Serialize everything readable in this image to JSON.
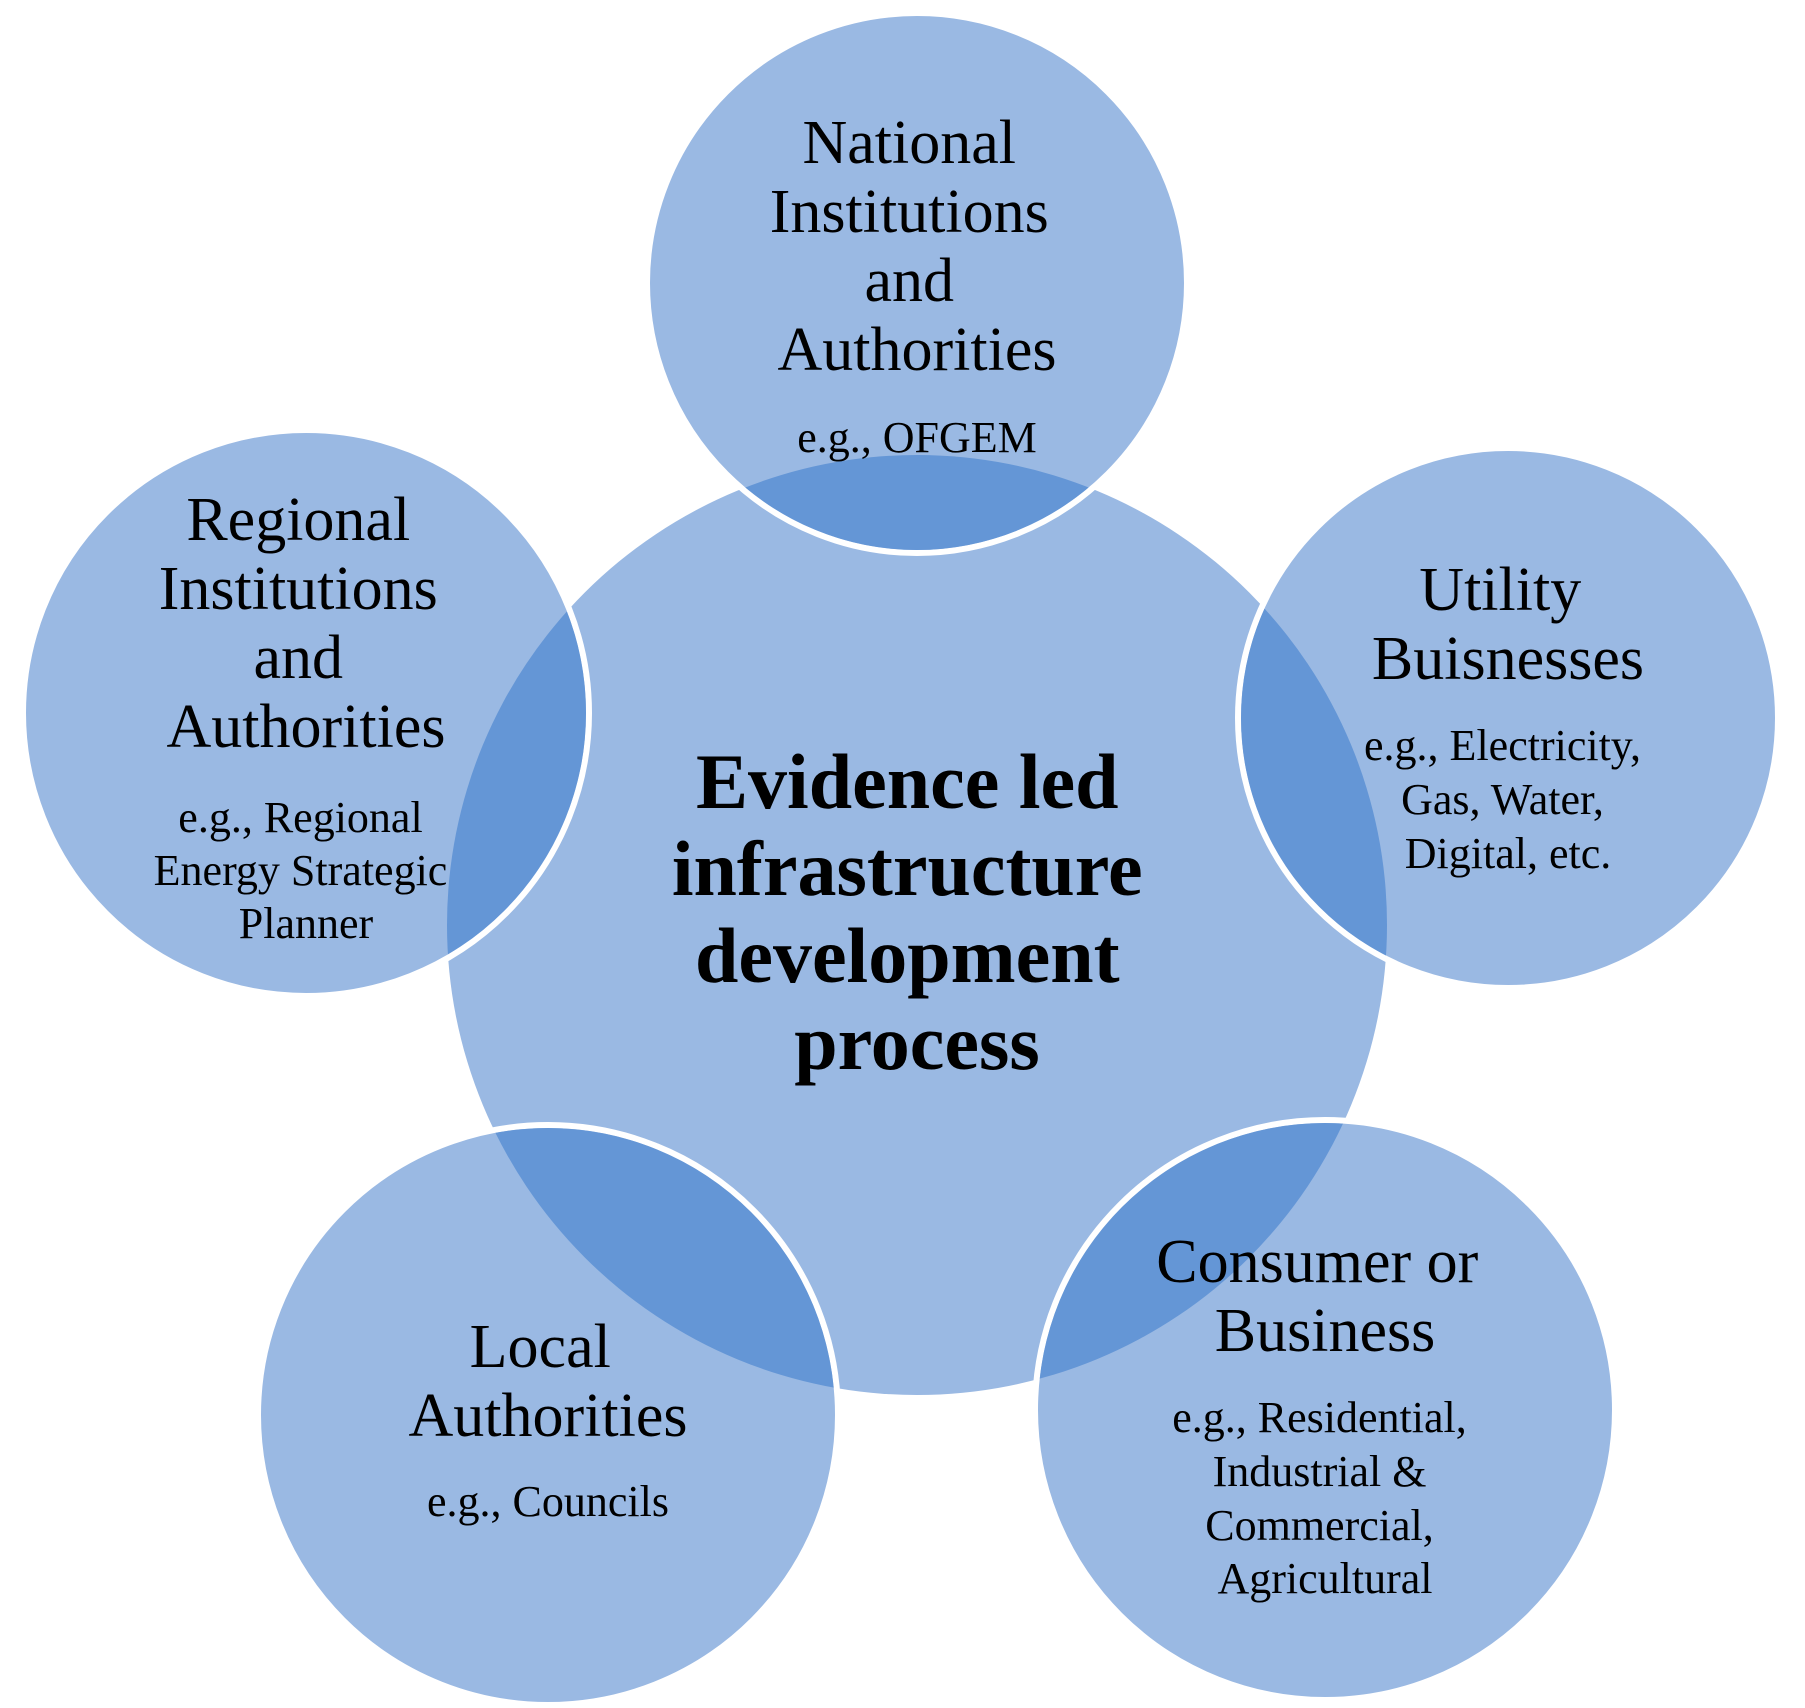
{
  "colors": {
    "circle_fill": "#9ab9e3",
    "overlap_fill": "#6496d6",
    "outline": "#ffffff",
    "text": "#000000",
    "background": "#ffffff"
  },
  "center": {
    "title_lines": [
      "Evidence led",
      "infrastructure",
      "development",
      "process"
    ]
  },
  "satellites": [
    {
      "id": "national",
      "title_lines": [
        "National",
        "Institutions",
        "and",
        "Authorities"
      ],
      "example_lines": [
        "e.g., OFGEM"
      ]
    },
    {
      "id": "utility",
      "title_lines": [
        "Utility",
        "Buisnesses"
      ],
      "example_lines": [
        "e.g., Electricity,",
        "Gas, Water,",
        "Digital, etc."
      ]
    },
    {
      "id": "consumer",
      "title_lines": [
        "Consumer or",
        "Business"
      ],
      "example_lines": [
        "e.g., Residential,",
        "Industrial &",
        "Commercial,",
        "Agricultural"
      ]
    },
    {
      "id": "local",
      "title_lines": [
        "Local",
        "Authorities"
      ],
      "example_lines": [
        "e.g., Councils"
      ]
    },
    {
      "id": "regional",
      "title_lines": [
        "Regional",
        "Institutions",
        "and",
        "Authorities"
      ],
      "example_lines": [
        "e.g., Regional",
        "Energy Strategic",
        "Planner"
      ]
    }
  ]
}
